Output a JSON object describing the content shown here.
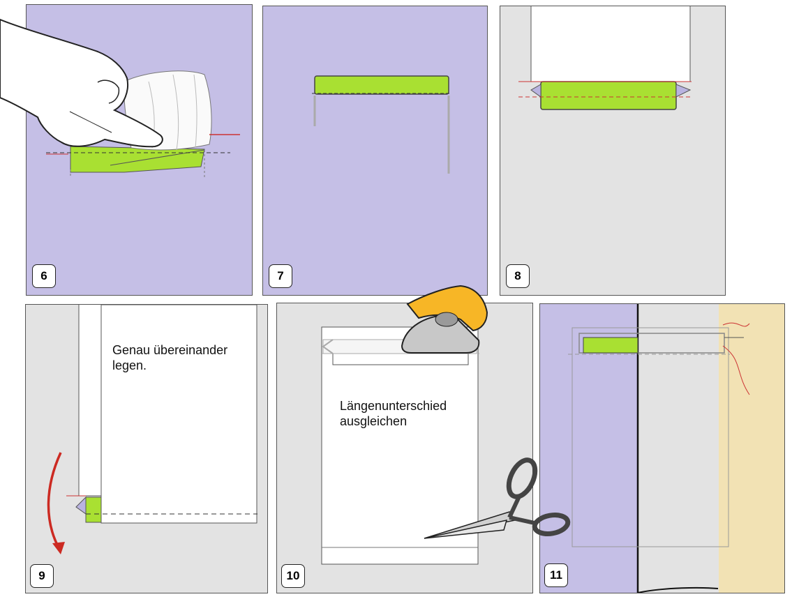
{
  "colors": {
    "lilac": "#c5bfe6",
    "gray": "#e3e3e3",
    "lime": "#a9e032",
    "beige": "#f2e2b4",
    "stitch_red": "#cc3333",
    "arrow_red": "#cc2a22",
    "iron_orange": "#f7b626"
  },
  "panels": [
    {
      "id": "6",
      "step": "6",
      "caption": "",
      "background": "lilac"
    },
    {
      "id": "7",
      "step": "7",
      "caption": "",
      "background": "lilac"
    },
    {
      "id": "8",
      "step": "8",
      "caption": "",
      "background": "gray"
    },
    {
      "id": "9",
      "step": "9",
      "caption": "Genau übereinander\nlegen.",
      "background": "gray"
    },
    {
      "id": "10",
      "step": "10",
      "caption": "Längenunterschied\nausgleichen",
      "background": "gray"
    },
    {
      "id": "11",
      "step": "11",
      "caption": "",
      "background": "gray"
    }
  ],
  "icons": {
    "hand": "hand-icon",
    "iron": "iron-icon",
    "scissors": "scissors-icon",
    "arrow": "curved-arrow-icon"
  }
}
